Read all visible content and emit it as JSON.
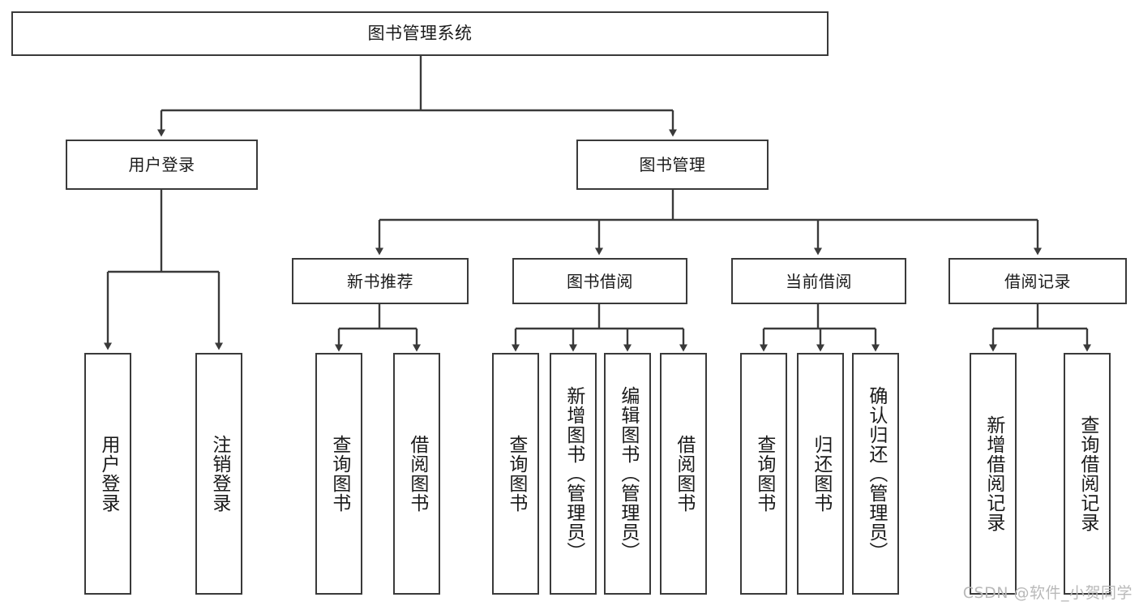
{
  "diagram": {
    "title": "图书管理系统",
    "root": {
      "label": "图书管理系统"
    },
    "level2": [
      {
        "label": "用户登录"
      },
      {
        "label": "图书管理"
      }
    ],
    "level3": [
      {
        "label": "新书推荐"
      },
      {
        "label": "图书借阅"
      },
      {
        "label": "当前借阅"
      },
      {
        "label": "借阅记录"
      }
    ],
    "leaves": {
      "user_login": [
        {
          "label": "用户登录"
        },
        {
          "label": "注销登录"
        }
      ],
      "new_book_recommend": [
        {
          "label": "查询图书"
        },
        {
          "label": "借阅图书"
        }
      ],
      "book_borrow": [
        {
          "label": "查询图书"
        },
        {
          "label": "新增图书（管理员）"
        },
        {
          "label": "编辑图书（管理员）"
        },
        {
          "label": "借阅图书"
        }
      ],
      "current_borrow": [
        {
          "label": "查询图书"
        },
        {
          "label": "归还图书"
        },
        {
          "label": "确认归还（管理员）"
        }
      ],
      "borrow_record": [
        {
          "label": "新增借阅记录"
        },
        {
          "label": "查询借阅记录"
        }
      ]
    }
  },
  "watermark": {
    "text": "CSDN @软件_小贺同学"
  },
  "colors": {
    "stroke": "#3a3a3a",
    "text": "#1a1a1a",
    "background": "#ffffff",
    "watermark": "#b9b9b9"
  }
}
